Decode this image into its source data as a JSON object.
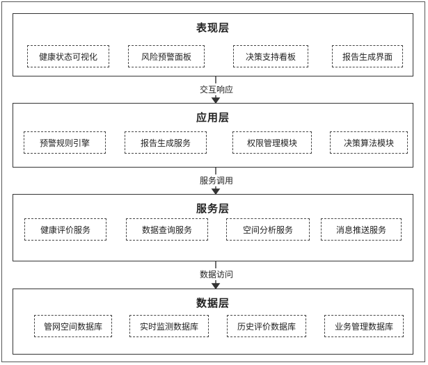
{
  "layers": [
    {
      "title": "表现层",
      "modules": [
        "健康状态可视化",
        "风险预警面板",
        "决策支持看板",
        "报告生成界面"
      ]
    },
    {
      "title": "应用层",
      "modules": [
        "预警规则引擎",
        "报告生成服务",
        "权限管理模块",
        "决策算法模块"
      ]
    },
    {
      "title": "服务层",
      "modules": [
        "健康评价服务",
        "数据查询服务",
        "空间分析服务",
        "消息推送服务"
      ]
    },
    {
      "title": "数据层",
      "modules": [
        "管网空间数据库",
        "实时监测数据库",
        "历史评价数据库",
        "业务管理数据库"
      ]
    }
  ],
  "connectors": [
    "交互响应",
    "服务调用",
    "数据访问"
  ],
  "colors": {
    "line": "#333333",
    "background": "#ffffff"
  }
}
